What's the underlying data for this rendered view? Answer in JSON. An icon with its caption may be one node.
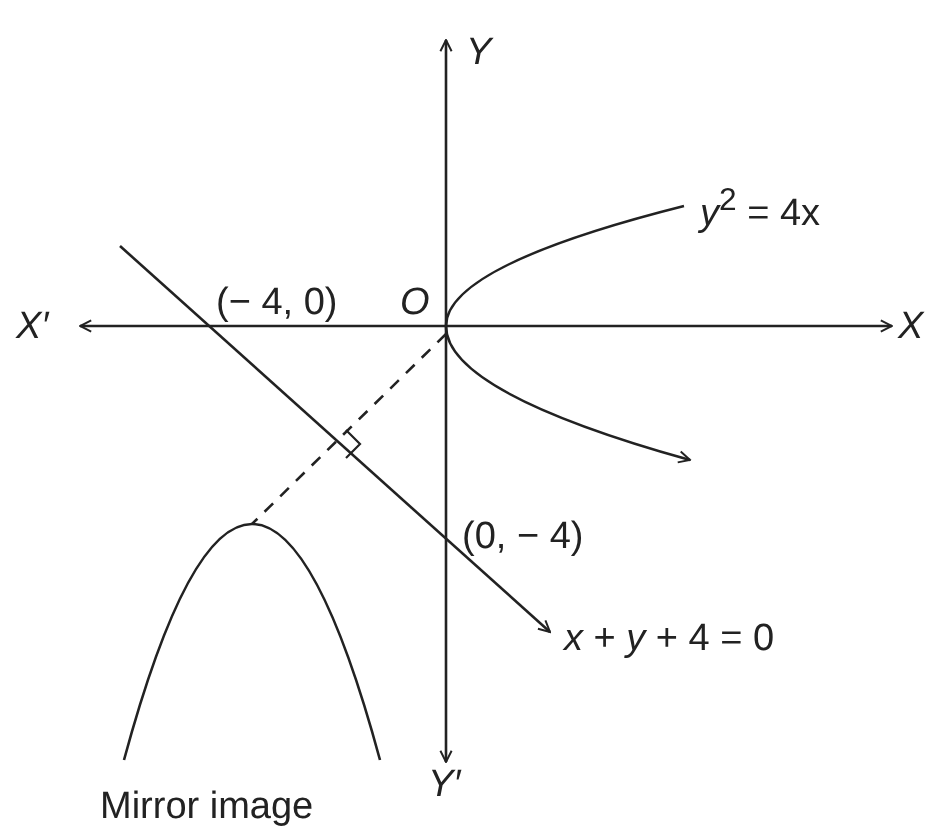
{
  "diagram": {
    "labels": [
      "Y",
      "*y*$^{2}$ = 4x",
      "X′",
      "(− 4, 0)",
      "O",
      "X",
      "(0, − 4)",
      "*x* + *y* + 4 = 0",
      "Y′",
      "Mirror image"
    ]
  }
}
